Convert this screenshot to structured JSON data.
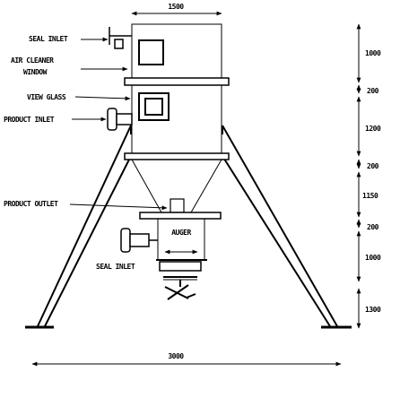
{
  "labels": {
    "top_width": "1500",
    "seal_inlet": "SEAL INLET",
    "air_cleaner_window_line1": "AIR CLEANER",
    "air_cleaner_window_line2": "WINDOW",
    "view_glass": "VIEW GLASS",
    "product_inlet": "PRODUCT INLET",
    "product_outlet": "PRODUCT OUTLET",
    "auger": "AUGER",
    "seal_inlet_lower": "SEAL INLET",
    "base_width": "3000"
  },
  "dimensions": [
    "1000",
    "200",
    "1200",
    "200",
    "1150",
    "200",
    "1000",
    "1300"
  ],
  "colors": {
    "line": "#000000",
    "background": "#ffffff"
  }
}
